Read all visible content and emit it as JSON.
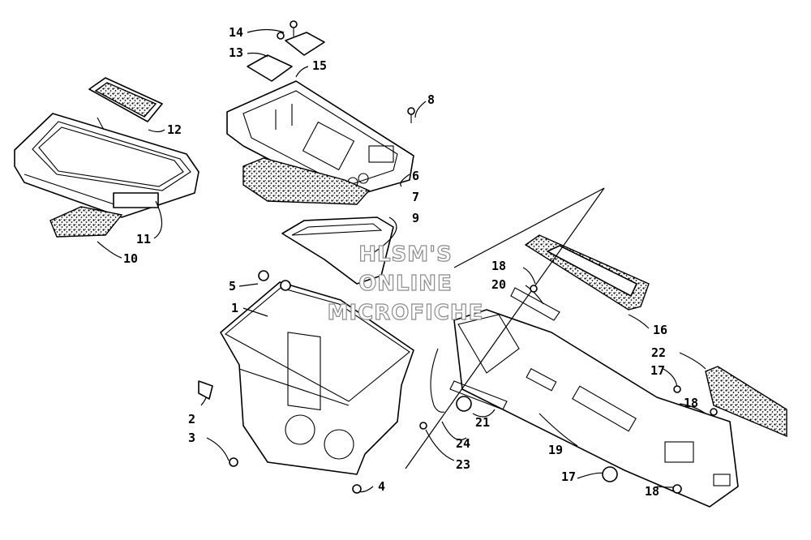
{
  "watermark": {
    "line1": "HLSM'S",
    "line2": "ONLINE",
    "line3": "MICROFICHE"
  },
  "callouts": [
    "1",
    "2",
    "3",
    "4",
    "5",
    "6",
    "7",
    "8",
    "9",
    "10",
    "11",
    "12",
    "13",
    "14",
    "15",
    "16",
    "17",
    "17",
    "18",
    "18",
    "18",
    "19",
    "20",
    "21",
    "22",
    "23",
    "24"
  ],
  "colors": {
    "ink": "#000000",
    "paper": "#ffffff",
    "watermark_outline": "#8c8c8c"
  }
}
